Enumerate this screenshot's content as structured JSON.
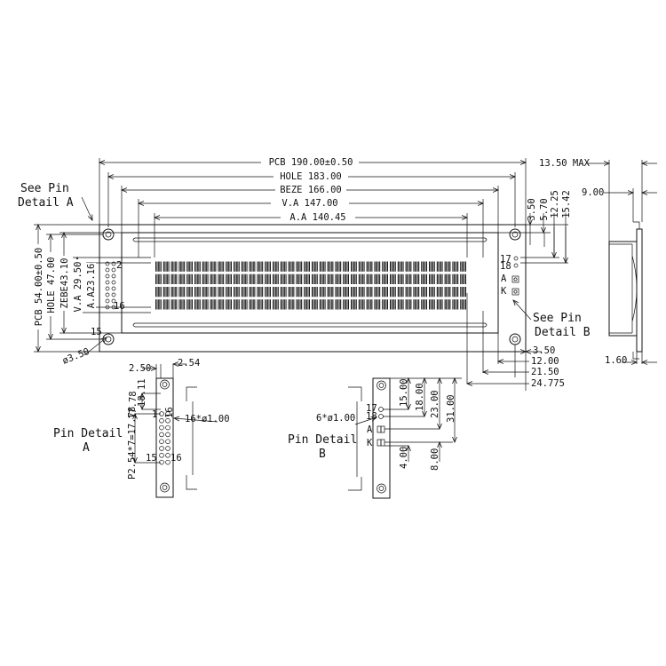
{
  "front_view": {
    "width_dims": {
      "pcb": "PCB 190.00±0.50",
      "hole": "HOLE 183.00",
      "bezel": "BEZE 166.00",
      "va": "V.A 147.00",
      "aa": "A.A 140.45"
    },
    "height_dims": {
      "pcb": "PCB 54.00±0.50",
      "hole": "HOLE 47.00",
      "bezel": "ZEBE43.10",
      "va": "V.A 29.50",
      "aa": "A.A23.16"
    },
    "right_dims": {
      "top": [
        "3.50",
        "5.70",
        "12.25",
        "15.42"
      ],
      "bottom": [
        "3.50",
        "12.00",
        "21.50",
        "24.775"
      ]
    },
    "hole_dia": "ø3.50",
    "see_pin_a": [
      "See Pin",
      "Detail A"
    ],
    "see_pin_b": [
      "See Pin",
      "Detail B"
    ],
    "pin_labels": {
      "p2": "2",
      "p16": "16",
      "p15": "15",
      "p17": "17",
      "p18": "18",
      "pA": "A",
      "pK": "K"
    },
    "display": {
      "rows": 4,
      "columns": 40
    }
  },
  "side_view": {
    "max_thickness": "13.50 MAX",
    "depth": "9.00",
    "pcb_thickness": "1.60"
  },
  "pin_detail_a": {
    "title": [
      "Pin Detail",
      "A"
    ],
    "dims": {
      "d250": "2.50",
      "d254": "2.54",
      "d1811": "18.11",
      "d1778": "17.78",
      "pitch": "P2.54*7=17.78",
      "holes": "16*ø1.00"
    },
    "pins": {
      "p1": "1",
      "p16": "16",
      "p15": "15",
      "p16b": "16"
    }
  },
  "pin_detail_b": {
    "title": [
      "Pin Detail",
      "B"
    ],
    "dims": {
      "d1500": "15.00",
      "d1800": "18.00",
      "d2300": "23.00",
      "d3100": "31.00",
      "d400": "4.00",
      "d800": "8.00",
      "holes": "6*ø1.00"
    },
    "pins": {
      "p17": "17",
      "p18": "18",
      "pA": "A",
      "pK": "K"
    }
  }
}
